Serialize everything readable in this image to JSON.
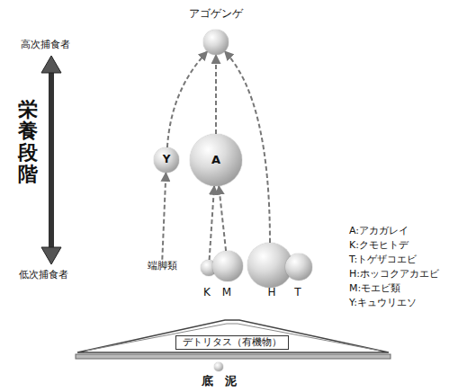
{
  "diagram": {
    "nodes": [
      {
        "text": [
          "アゴゲンゲ"
        ]
      },
      {
        "text": [
          "Y"
        ]
      },
      {
        "text": [
          "A"
        ]
      },
      {
        "text": [
          "端脚類"
        ]
      },
      {
        "text": [
          "K"
        ]
      },
      {
        "text": [
          "M"
        ]
      },
      {
        "text": [
          "H"
        ]
      },
      {
        "text": [
          "T"
        ]
      },
      {
        "text": [
          "デトリタス（有機物）"
        ]
      },
      {
        "text": [
          "底　泥"
        ]
      }
    ],
    "edges": [
      {
        "from": 3,
        "to": 1,
        "arrow": "to"
      },
      {
        "from": 4,
        "to": 2,
        "arrow": "to"
      },
      {
        "from": 5,
        "to": 2,
        "arrow": "to"
      },
      {
        "from": 1,
        "to": 0,
        "arrow": "to"
      },
      {
        "from": 2,
        "to": 0,
        "arrow": "to"
      },
      {
        "from": 6,
        "to": 0,
        "arrow": "to"
      }
    ],
    "labels": [
      "高次捕食者",
      "栄養段階",
      "低次捕食者",
      "A:アカガレイ",
      "K:クモヒトデ",
      "T:トゲザコエビ",
      "H:ホッコクアカエビ",
      "M:モエビ類",
      "Y:キュウリエソ"
    ]
  }
}
